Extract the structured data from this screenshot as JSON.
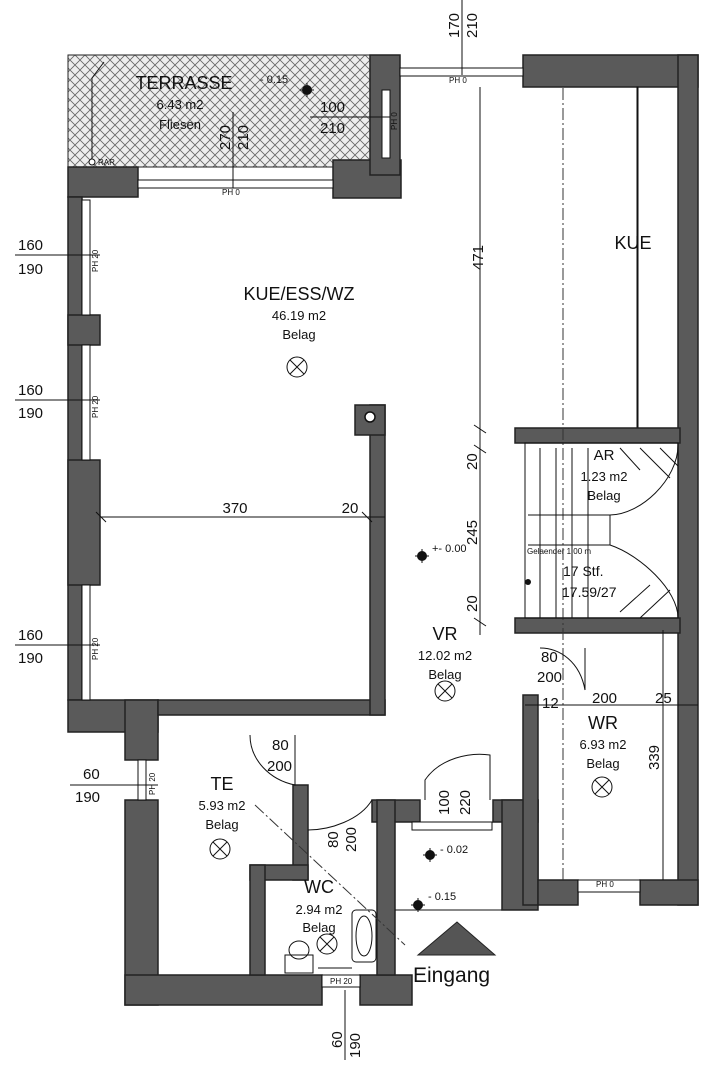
{
  "rooms": {
    "terrasse": {
      "name": "TERRASSE",
      "area": "6.43 m2",
      "floor": "Fliesen",
      "level": "- 0.15",
      "drain": "RAR"
    },
    "kue_ess_wz": {
      "name": "KUE/ESS/WZ",
      "area": "46.19 m2",
      "floor": "Belag"
    },
    "kue": {
      "name": "KUE"
    },
    "ar": {
      "name": "AR",
      "area": "1.23 m2",
      "floor": "Belag"
    },
    "vr": {
      "name": "VR",
      "area": "12.02 m2",
      "floor": "Belag",
      "level": "+- 0.00"
    },
    "te": {
      "name": "TE",
      "area": "5.93 m2",
      "floor": "Belag"
    },
    "wc": {
      "name": "WC",
      "area": "2.94 m2",
      "floor": "Belag"
    },
    "wr": {
      "name": "WR",
      "area": "6.93 m2",
      "floor": "Belag"
    }
  },
  "entrance": {
    "label": "Eingang",
    "level1": "- 0.02",
    "level2": "- 0.15"
  },
  "stairs": {
    "railing": "Gelaender 1.00 m",
    "steps": "17 Stf.",
    "ratio": "17.59/27"
  },
  "windows": {
    "top_a": {
      "w": "170",
      "h": "210",
      "ph": "PH 0"
    },
    "terrace_door": {
      "w": "270",
      "h": "210",
      "ph": "PH 0"
    },
    "side_door": {
      "w": "100",
      "h": "210",
      "ph": "PH 0"
    },
    "left1": {
      "w": "160",
      "h": "190",
      "ph": "PH 20"
    },
    "left2": {
      "w": "160",
      "h": "190",
      "ph": "PH 20"
    },
    "left3": {
      "w": "160",
      "h": "190",
      "ph": "PH 20"
    },
    "te_window": {
      "w": "60",
      "h": "190",
      "ph": "PH 20"
    },
    "wc_window": {
      "w": "60",
      "h": "190",
      "ph": "PH 20"
    },
    "wr_window": {
      "ph": "PH 0"
    }
  },
  "doors": {
    "ar_door": {
      "w": "80",
      "h": "200"
    },
    "te_door": {
      "w": "80",
      "h": "200"
    },
    "wc_door": {
      "w": "80",
      "h": "200"
    },
    "entry_door": {
      "w": "100",
      "h": "220"
    }
  },
  "dimensions": {
    "d370": "370",
    "d20a": "20",
    "d471": "471",
    "d20b": "20",
    "d245": "245",
    "d20c": "20",
    "d12": "12",
    "d200": "200",
    "d25": "25",
    "d339": "339"
  }
}
